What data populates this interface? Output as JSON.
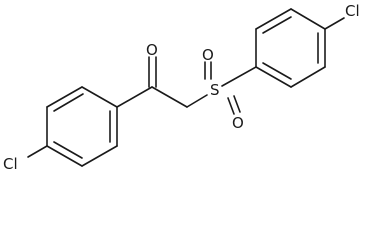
{
  "molecule": {
    "atoms": {
      "oxygen_carbonyl": "O",
      "sulfur": "S",
      "oxygen_sulfonyl_top": "O",
      "oxygen_sulfonyl_bottom": "O",
      "chlorine_left": "Cl",
      "chlorine_right": "Cl"
    }
  },
  "colors": {
    "bond": "#1a1a1a",
    "background": "#ffffff"
  }
}
